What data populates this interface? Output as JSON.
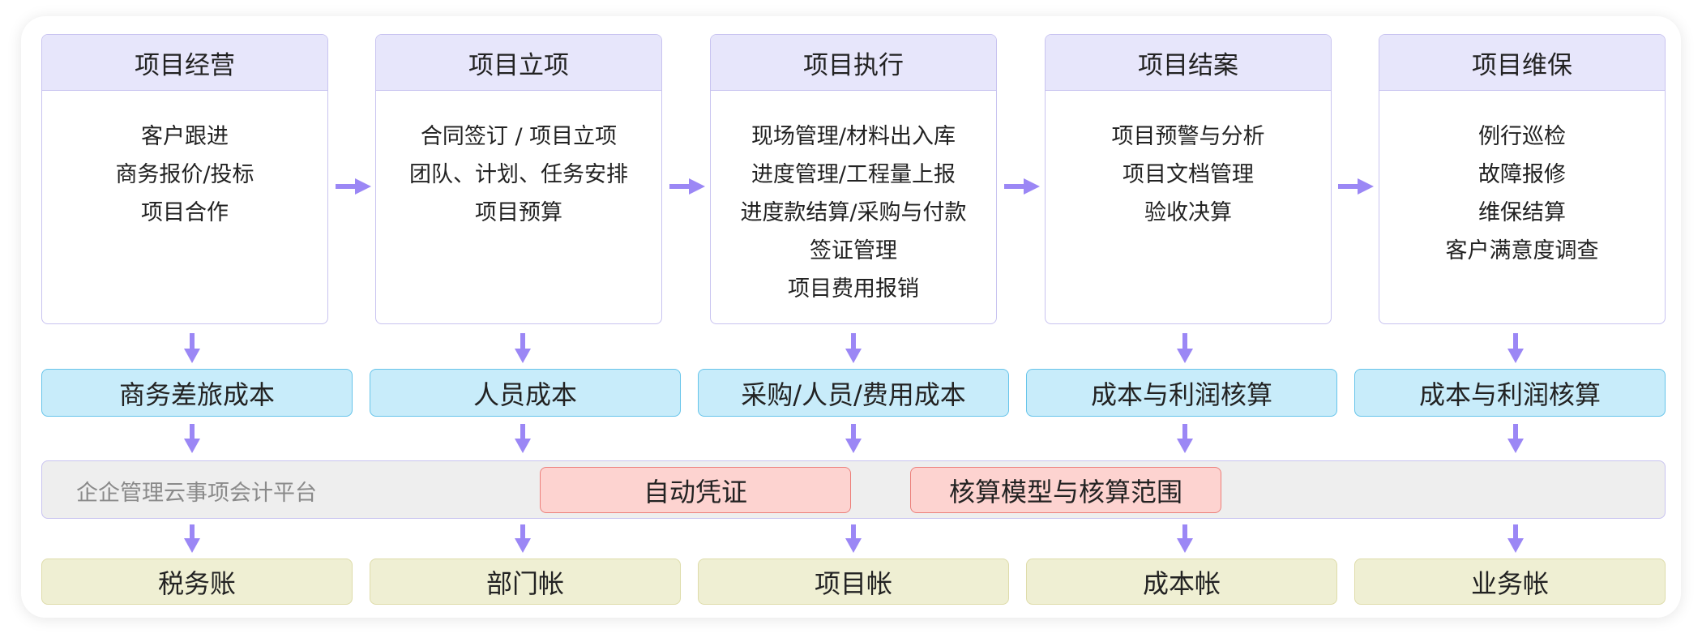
{
  "stages": [
    {
      "title": "项目经营",
      "items": [
        "客户跟进",
        "商务报价/投标",
        "项目合作"
      ]
    },
    {
      "title": "项目立项",
      "items": [
        "合同签订 / 项目立项",
        "团队、计划、任务安排",
        "项目预算"
      ]
    },
    {
      "title": "项目执行",
      "items": [
        "现场管理/材料出入库",
        "进度管理/工程量上报",
        "进度款结算/采购与付款",
        "签证管理",
        "项目费用报销"
      ]
    },
    {
      "title": "项目结案",
      "items": [
        "项目预警与分析",
        "项目文档管理",
        "验收决算"
      ]
    },
    {
      "title": "项目维保",
      "items": [
        "例行巡检",
        "故障报修",
        "维保结算",
        "客户满意度调查"
      ]
    }
  ],
  "costs": [
    "商务差旅成本",
    "人员成本",
    "采购/人员/费用成本",
    "成本与利润核算",
    "成本与利润核算"
  ],
  "platform": {
    "label": "企企管理云事项会计平台",
    "tags": [
      "自动凭证",
      "核算模型与核算范围"
    ]
  },
  "ledgers": [
    "税务账",
    "部门帐",
    "项目帐",
    "成本帐",
    "业务帐"
  ],
  "colors": {
    "arrow": "#9b87f5",
    "stage_header": "#e7e6fb",
    "cost_fill": "#c8ecfa",
    "tag_fill": "#fdd3d0",
    "ledger_fill": "#efefd3"
  }
}
